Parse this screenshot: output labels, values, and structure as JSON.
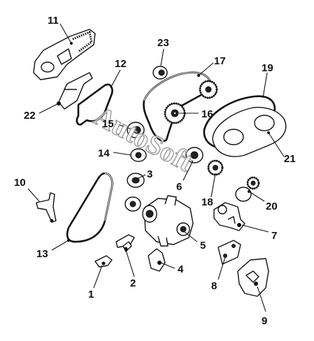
{
  "watermark": "AutoSoft",
  "callouts": [
    {
      "id": "c1",
      "label": "1"
    },
    {
      "id": "c2",
      "label": "2"
    },
    {
      "id": "c3",
      "label": "3"
    },
    {
      "id": "c4",
      "label": "4"
    },
    {
      "id": "c5",
      "label": "5"
    },
    {
      "id": "c6",
      "label": "6"
    },
    {
      "id": "c7",
      "label": "7"
    },
    {
      "id": "c8",
      "label": "8"
    },
    {
      "id": "c9",
      "label": "9"
    },
    {
      "id": "c10",
      "label": "10"
    },
    {
      "id": "c11",
      "label": "11"
    },
    {
      "id": "c12",
      "label": "12"
    },
    {
      "id": "c13",
      "label": "13"
    },
    {
      "id": "c14",
      "label": "14"
    },
    {
      "id": "c15",
      "label": "15"
    },
    {
      "id": "c16",
      "label": "16"
    },
    {
      "id": "c17",
      "label": "17"
    },
    {
      "id": "c18",
      "label": "18"
    },
    {
      "id": "c19",
      "label": "19"
    },
    {
      "id": "c20",
      "label": "20"
    },
    {
      "id": "c21",
      "label": "21"
    },
    {
      "id": "c22",
      "label": "22"
    },
    {
      "id": "c23",
      "label": "23"
    }
  ]
}
